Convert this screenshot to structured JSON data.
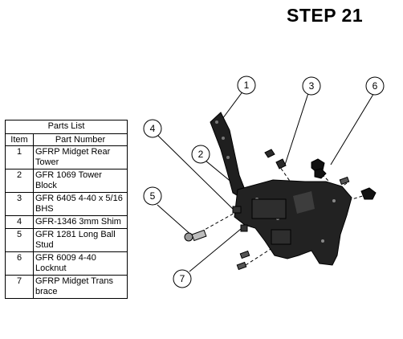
{
  "step_title": "STEP 21",
  "parts_list": {
    "caption": "Parts List",
    "headers": {
      "item": "Item",
      "part_number": "Part Number"
    },
    "rows": [
      {
        "item": "1",
        "name": "GFRP Midget Rear Tower"
      },
      {
        "item": "2",
        "name": "GFR 1069 Tower Block"
      },
      {
        "item": "3",
        "name": "GFR 6405 4-40 x 5/16 BHS"
      },
      {
        "item": "4",
        "name": "GFR-1346 3mm Shim"
      },
      {
        "item": "5",
        "name": "GFR 1281 Long Ball Stud"
      },
      {
        "item": "6",
        "name": "GFR 6009 4-40 Locknut"
      },
      {
        "item": "7",
        "name": "GFRP Midget Trans brace"
      }
    ]
  },
  "callouts": [
    "1",
    "2",
    "3",
    "4",
    "5",
    "6",
    "7"
  ],
  "colors": {
    "part": "#1f1f1f",
    "part_highlight": "#5a5a5a",
    "line": "#000000"
  }
}
